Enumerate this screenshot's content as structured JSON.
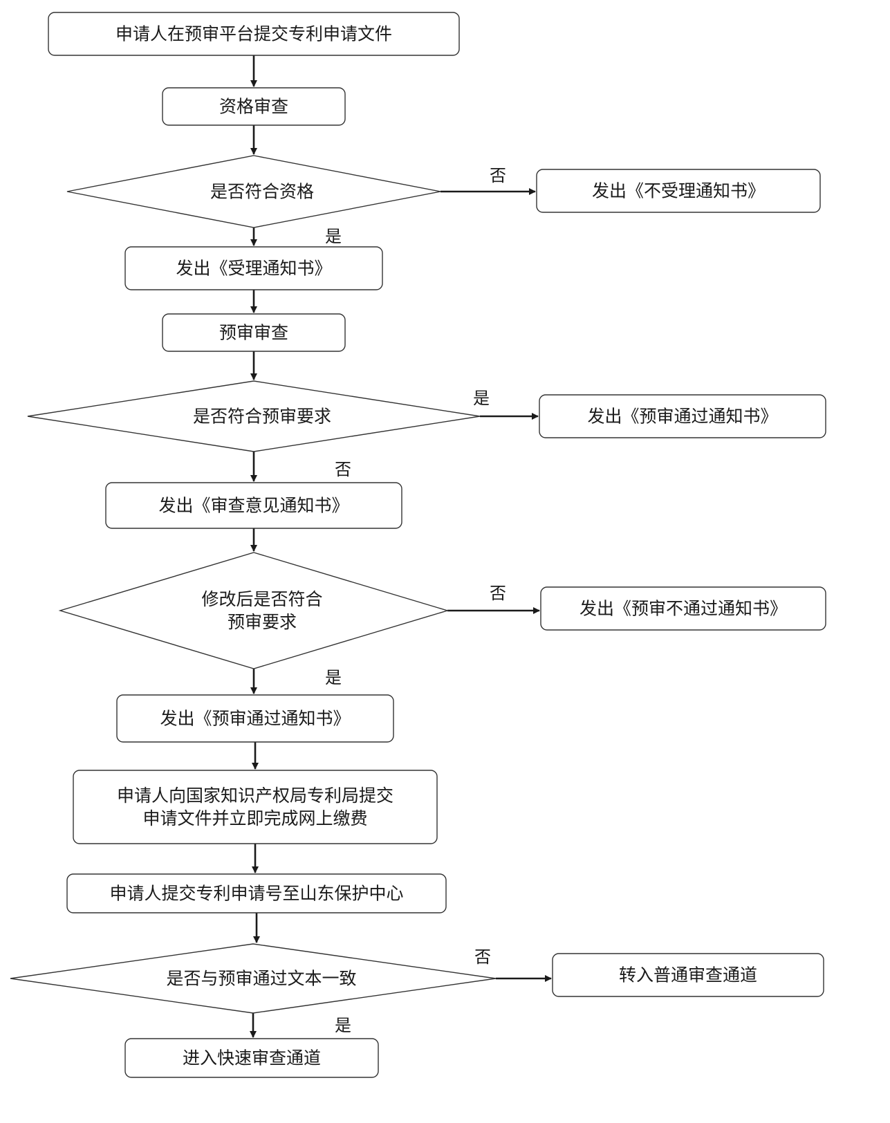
{
  "diagram": {
    "nodes": [
      {
        "id": "submit_files",
        "shape": "rect",
        "lines": [
          "申请人在预审平台提交专利申请文件"
        ]
      },
      {
        "id": "qualification_review",
        "shape": "rect",
        "lines": [
          "资格审查"
        ]
      },
      {
        "id": "is_qualified",
        "shape": "diamond",
        "lines": [
          "是否符合资格"
        ]
      },
      {
        "id": "notice_not_accepted",
        "shape": "rect",
        "lines": [
          "发出《不受理通知书》"
        ]
      },
      {
        "id": "notice_accepted",
        "shape": "rect",
        "lines": [
          "发出《受理通知书》"
        ]
      },
      {
        "id": "pre_review",
        "shape": "rect",
        "lines": [
          "预审审查"
        ]
      },
      {
        "id": "meets_pre_review",
        "shape": "diamond",
        "lines": [
          "是否符合预审要求"
        ]
      },
      {
        "id": "notice_pass_1",
        "shape": "rect",
        "lines": [
          "发出《预审通过通知书》"
        ]
      },
      {
        "id": "notice_opinion",
        "shape": "rect",
        "lines": [
          "发出《审查意见通知书》"
        ]
      },
      {
        "id": "meets_after_revision",
        "shape": "diamond",
        "lines": [
          "修改后是否符合",
          "预审要求"
        ]
      },
      {
        "id": "notice_fail",
        "shape": "rect",
        "lines": [
          "发出《预审不通过通知书》"
        ]
      },
      {
        "id": "notice_pass_2",
        "shape": "rect",
        "lines": [
          "发出《预审通过通知书》"
        ]
      },
      {
        "id": "submit_to_cnipa",
        "shape": "rect",
        "lines": [
          "申请人向国家知识产权局专利局提交",
          "申请文件并立即完成网上缴费"
        ]
      },
      {
        "id": "submit_number",
        "shape": "rect",
        "lines": [
          "申请人提交专利申请号至山东保护中心"
        ]
      },
      {
        "id": "consistent_text",
        "shape": "diamond",
        "lines": [
          "是否与预审通过文本一致"
        ]
      },
      {
        "id": "normal_channel",
        "shape": "rect",
        "lines": [
          "转入普通审查通道"
        ]
      },
      {
        "id": "fast_channel",
        "shape": "rect",
        "lines": [
          "进入快速审查通道"
        ]
      }
    ],
    "edges": [
      {
        "from": "submit_files",
        "to": "qualification_review",
        "label": ""
      },
      {
        "from": "qualification_review",
        "to": "is_qualified",
        "label": ""
      },
      {
        "from": "is_qualified",
        "to": "notice_not_accepted",
        "label": "否"
      },
      {
        "from": "is_qualified",
        "to": "notice_accepted",
        "label": "是"
      },
      {
        "from": "notice_accepted",
        "to": "pre_review",
        "label": ""
      },
      {
        "from": "pre_review",
        "to": "meets_pre_review",
        "label": ""
      },
      {
        "from": "meets_pre_review",
        "to": "notice_pass_1",
        "label": "是"
      },
      {
        "from": "meets_pre_review",
        "to": "notice_opinion",
        "label": "否"
      },
      {
        "from": "notice_opinion",
        "to": "meets_after_revision",
        "label": ""
      },
      {
        "from": "meets_after_revision",
        "to": "notice_fail",
        "label": "否"
      },
      {
        "from": "meets_after_revision",
        "to": "notice_pass_2",
        "label": "是"
      },
      {
        "from": "notice_pass_2",
        "to": "submit_to_cnipa",
        "label": ""
      },
      {
        "from": "submit_to_cnipa",
        "to": "submit_number",
        "label": ""
      },
      {
        "from": "submit_number",
        "to": "consistent_text",
        "label": ""
      },
      {
        "from": "consistent_text",
        "to": "normal_channel",
        "label": "否"
      },
      {
        "from": "consistent_text",
        "to": "fast_channel",
        "label": "是"
      }
    ]
  }
}
